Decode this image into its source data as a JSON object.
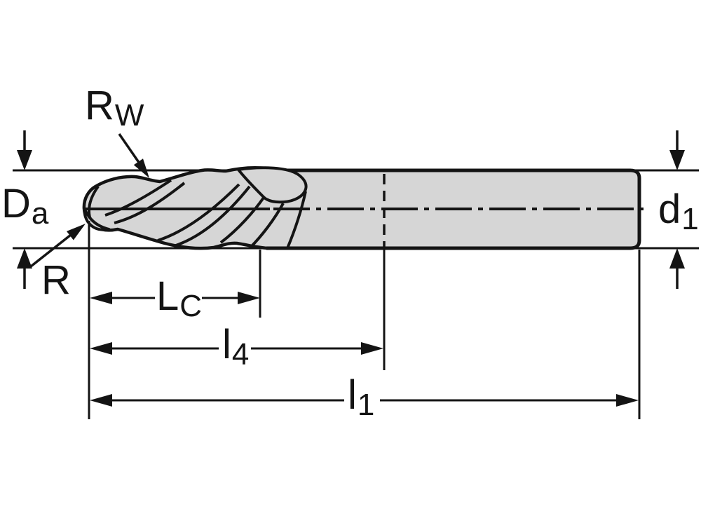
{
  "diagram": {
    "type": "technical-dimension-drawing",
    "subject": "ball-nose-end-mill-side-view"
  },
  "colors": {
    "line": "#141414",
    "tool_fill": "#d6d6d6",
    "background": "#ffffff"
  },
  "labels": {
    "rw": {
      "main": "R",
      "sub": "W"
    },
    "da": {
      "main": "D",
      "sub": "a"
    },
    "r": {
      "main": "R",
      "sub": ""
    },
    "lc": {
      "main": "L",
      "sub": "C"
    },
    "l4": {
      "main": "l",
      "sub": "4"
    },
    "l1": {
      "main": "l",
      "sub": "1"
    },
    "d1": {
      "main": "d",
      "sub": "1"
    }
  }
}
